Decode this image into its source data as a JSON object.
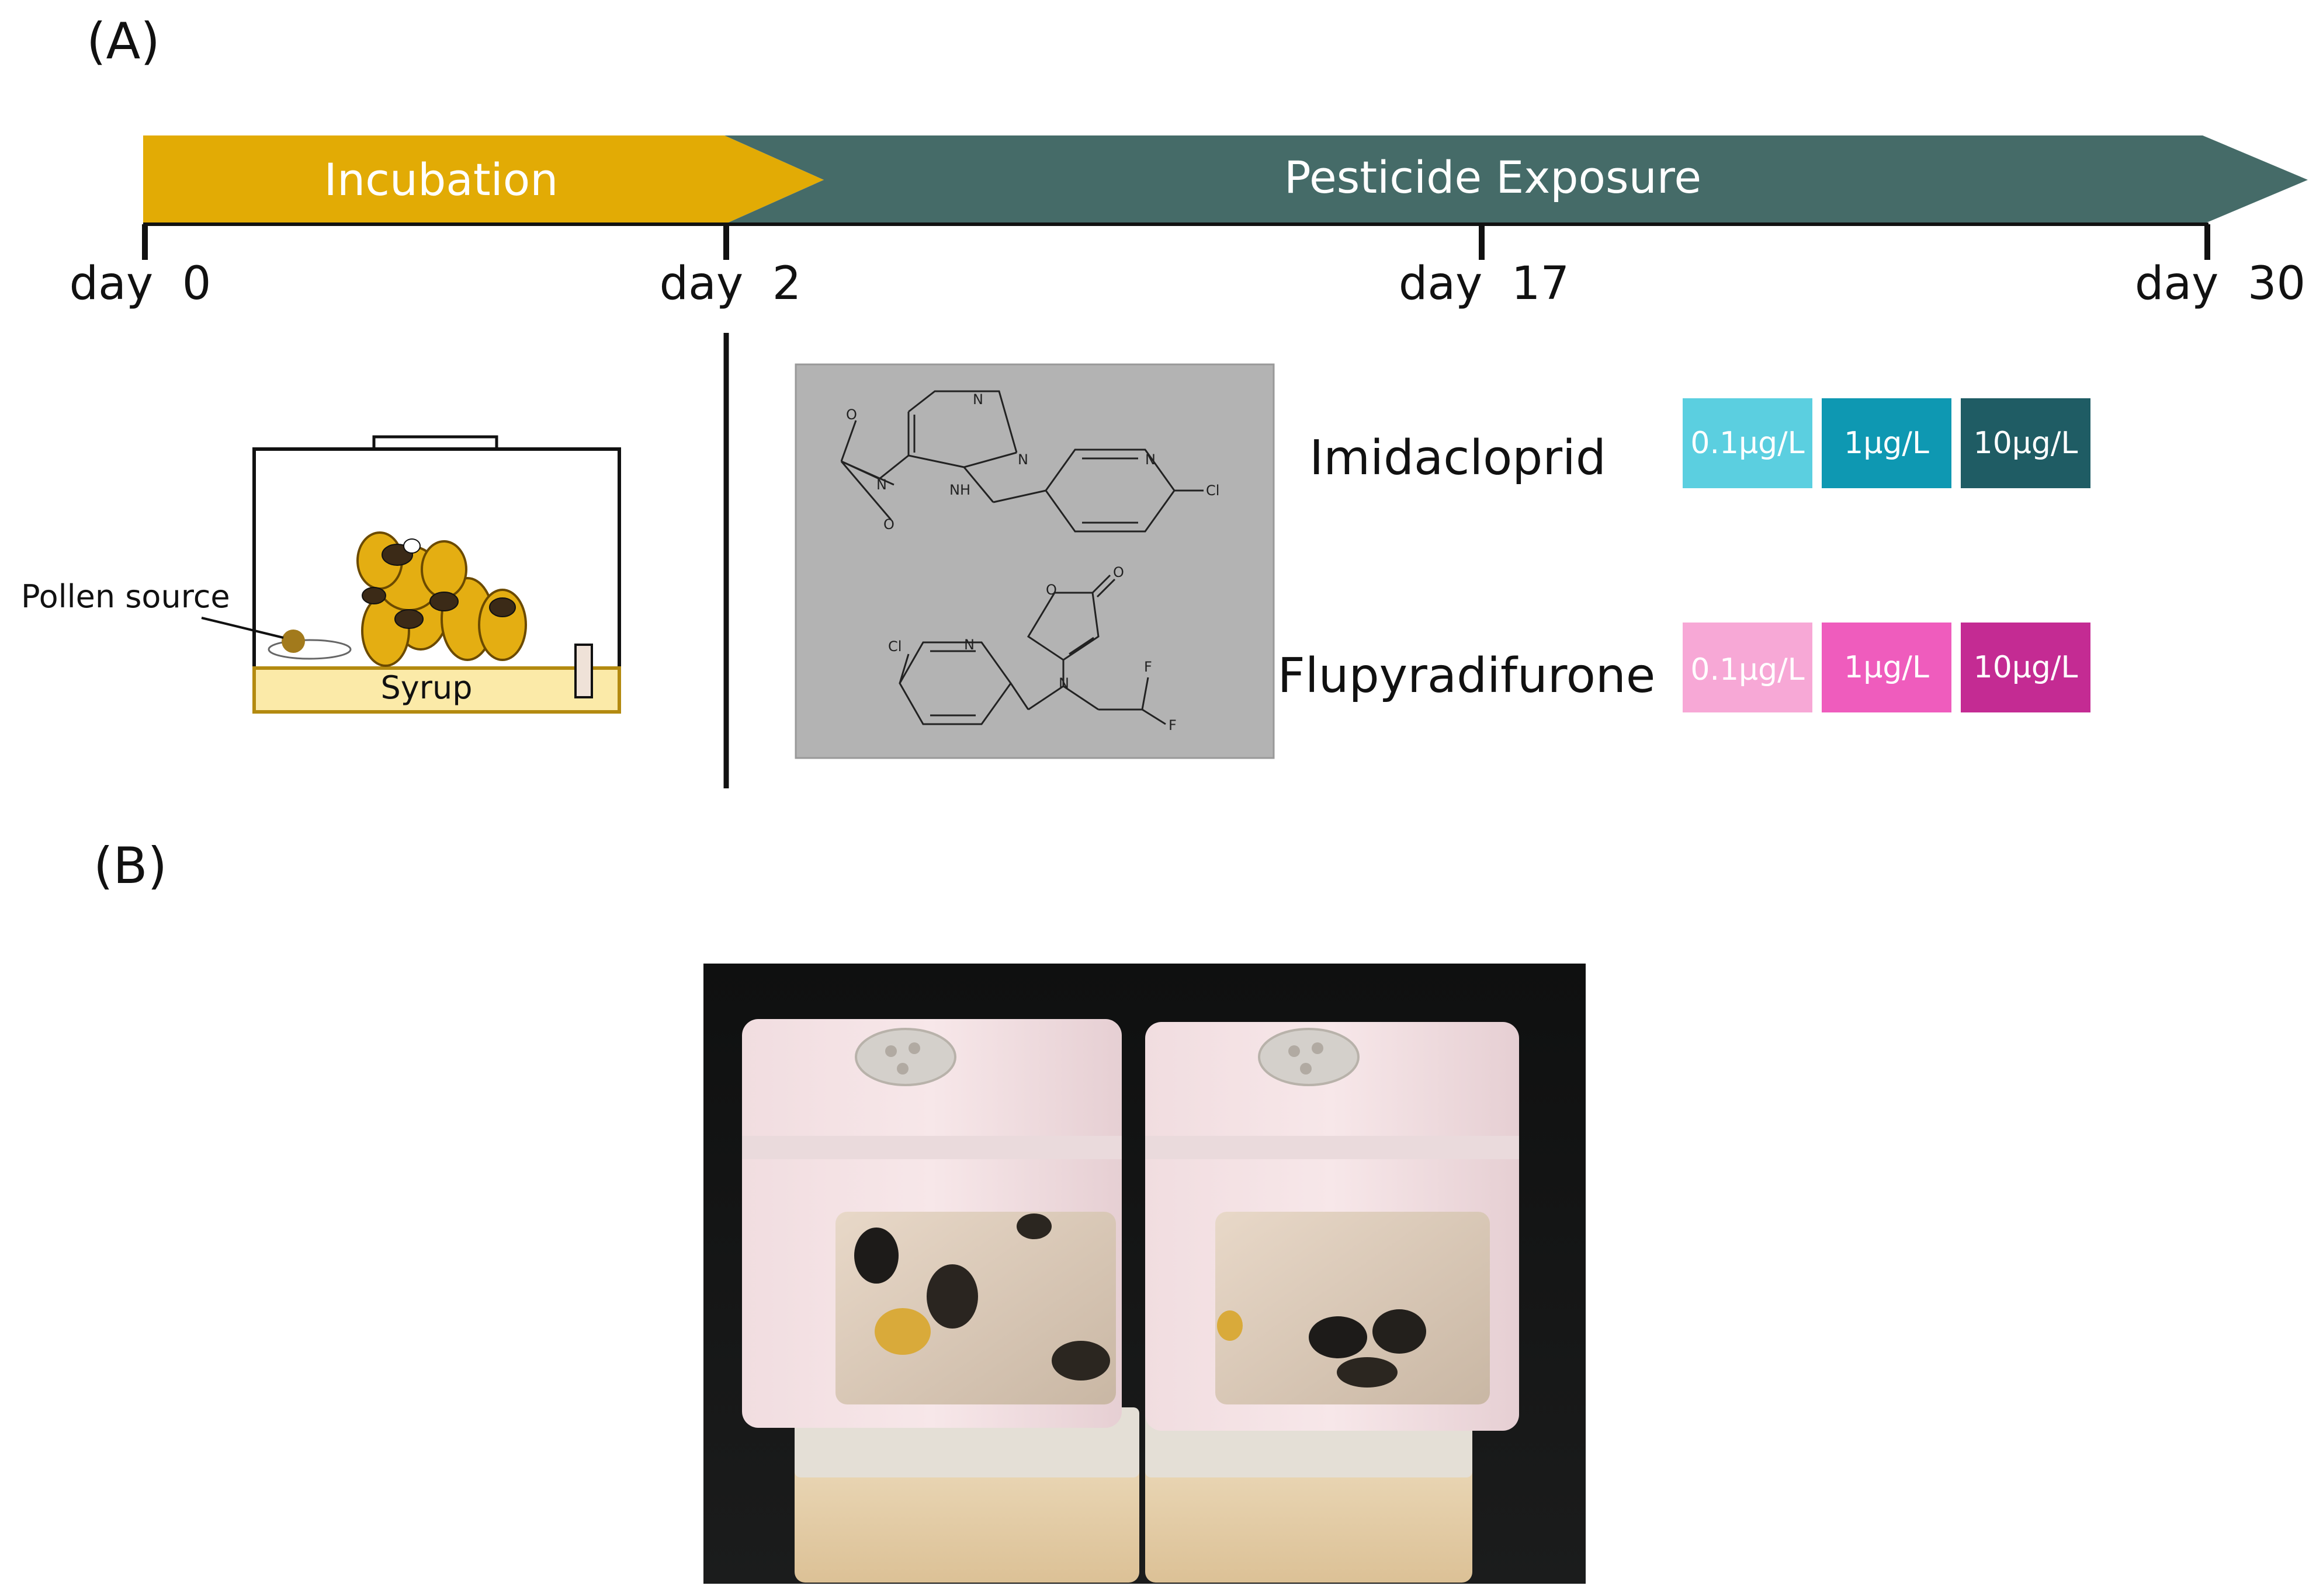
{
  "panel_a": {
    "label": "(A)",
    "phases": {
      "incubation": "Incubation",
      "exposure": "Pesticide Exposure"
    },
    "days": [
      "day  0",
      "day  2",
      "day  17",
      "day  30"
    ],
    "apparatus": {
      "pollen_label": "Pollen source",
      "syrup_label": "Syrup"
    },
    "molecule_atoms": {
      "imidacloprid": [
        "O",
        "N",
        "O",
        "NH",
        "N",
        "N",
        "N",
        "Cl"
      ],
      "flupyradifurone": [
        "O",
        "O",
        "Cl",
        "N",
        "N",
        "F",
        "F"
      ]
    },
    "compounds": [
      {
        "name": "Imidacloprid",
        "doses": [
          {
            "label": "0.1μg/L",
            "color": "#5bcfe0"
          },
          {
            "label": "1μg/L",
            "color": "#0e98b2"
          },
          {
            "label": "10μg/L",
            "color": "#1f5c64"
          }
        ]
      },
      {
        "name": "Flupyradifurone",
        "doses": [
          {
            "label": "0.1μg/L",
            "color": "#f7a8d6"
          },
          {
            "label": "1μg/L",
            "color": "#ef5cbd"
          },
          {
            "label": "10μg/L",
            "color": "#c42b93"
          }
        ]
      }
    ],
    "colors": {
      "incubation": "#e2ab05",
      "exposure": "#456b68",
      "structure_bg": "#b3b3b3",
      "pollen": "#a27a1c",
      "syrup": "#fbeaa8",
      "bee": "#e4ae12"
    }
  },
  "panel_b": {
    "label": "(B)"
  }
}
